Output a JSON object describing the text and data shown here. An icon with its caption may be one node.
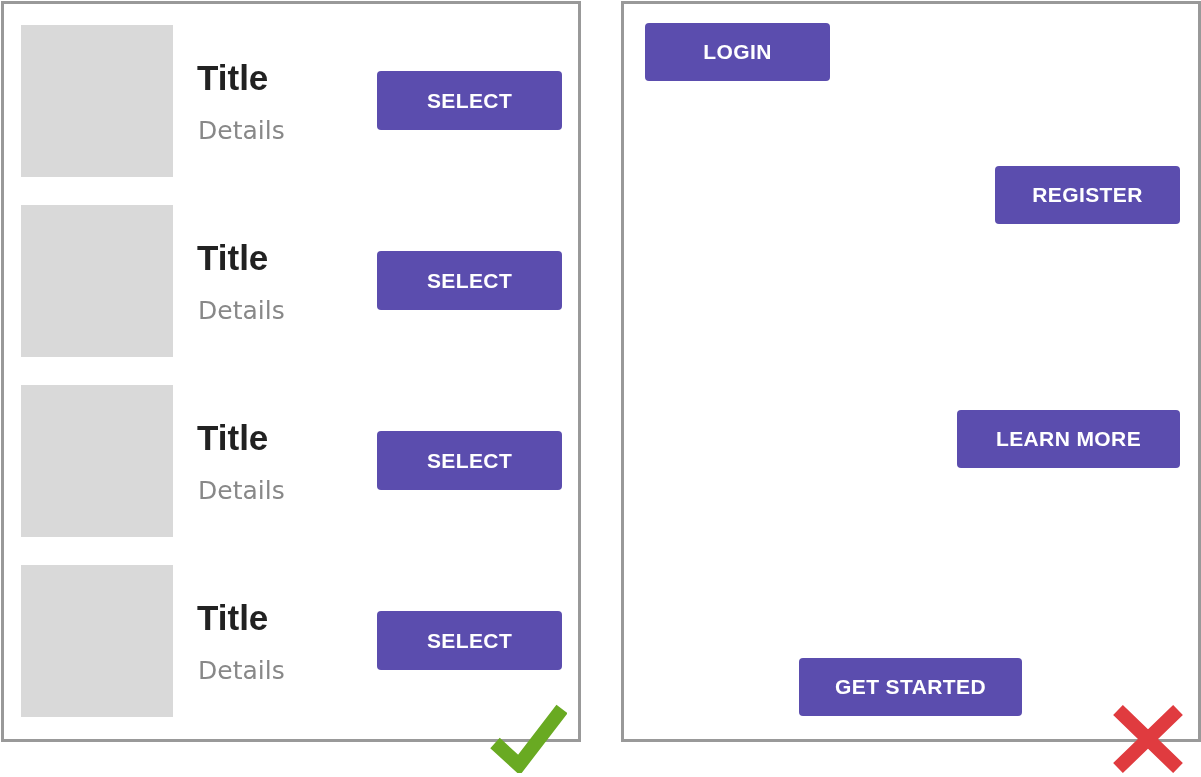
{
  "diagram": {
    "nodes": [
      {
        "text": [],
        "shape": "box"
      },
      {
        "text": [],
        "shape": "box",
        "in": 0,
        "beside": [
          "Title",
          "Details"
        ]
      },
      {
        "text": [
          "SELECT"
        ],
        "in": 0
      },
      {
        "text": [],
        "shape": "box",
        "in": 0,
        "beside": [
          "Title",
          "Details"
        ]
      },
      {
        "text": [
          "SELECT"
        ],
        "in": 0
      },
      {
        "text": [],
        "shape": "box",
        "in": 0,
        "beside": [
          "Title",
          "Details"
        ]
      },
      {
        "text": [
          "SELECT"
        ],
        "in": 0
      },
      {
        "text": [],
        "shape": "box",
        "in": 0,
        "beside": [
          "Title",
          "Details"
        ]
      },
      {
        "text": [
          "SELECT"
        ],
        "in": 0
      },
      {
        "text": [],
        "shape": "check"
      },
      {
        "text": [],
        "shape": "box"
      },
      {
        "text": [
          "LOGIN"
        ],
        "in": 10
      },
      {
        "text": [
          "REGISTER"
        ],
        "in": 10
      },
      {
        "text": [
          "LEARN MORE"
        ],
        "in": 10
      },
      {
        "text": [
          "GET STARTED"
        ],
        "in": 10
      },
      {
        "text": [],
        "shape": "cross"
      }
    ],
    "edges": []
  }
}
